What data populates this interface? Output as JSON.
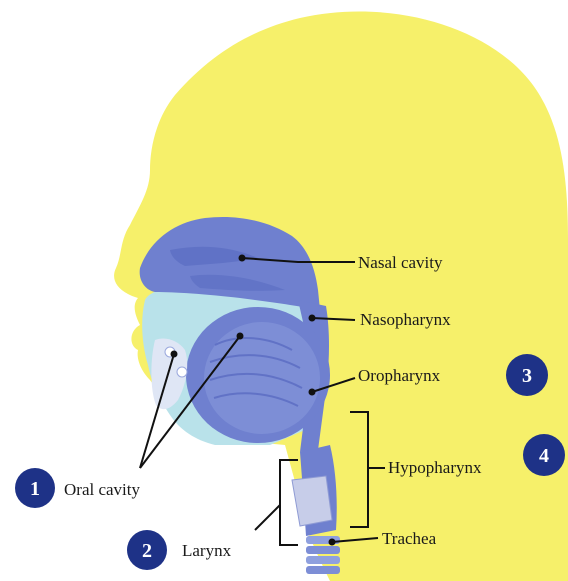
{
  "colors": {
    "head": "#f6f06a",
    "cavity_dark": "#6f80cf",
    "cavity_mid": "#8fa0de",
    "cavity_light": "#b9e2ea",
    "badge": "#1e3287",
    "line": "#111111"
  },
  "labels": {
    "nasal_cavity": "Nasal cavity",
    "nasopharynx": "Nasopharynx",
    "oropharynx": "Oropharynx",
    "hypopharynx": "Hypopharynx",
    "trachea": "Trachea",
    "oral_cavity": "Oral cavity",
    "larynx": "Larynx"
  },
  "badges": {
    "oral_cavity": "1",
    "larynx": "2",
    "oropharynx": "3",
    "hypopharynx": "4"
  }
}
